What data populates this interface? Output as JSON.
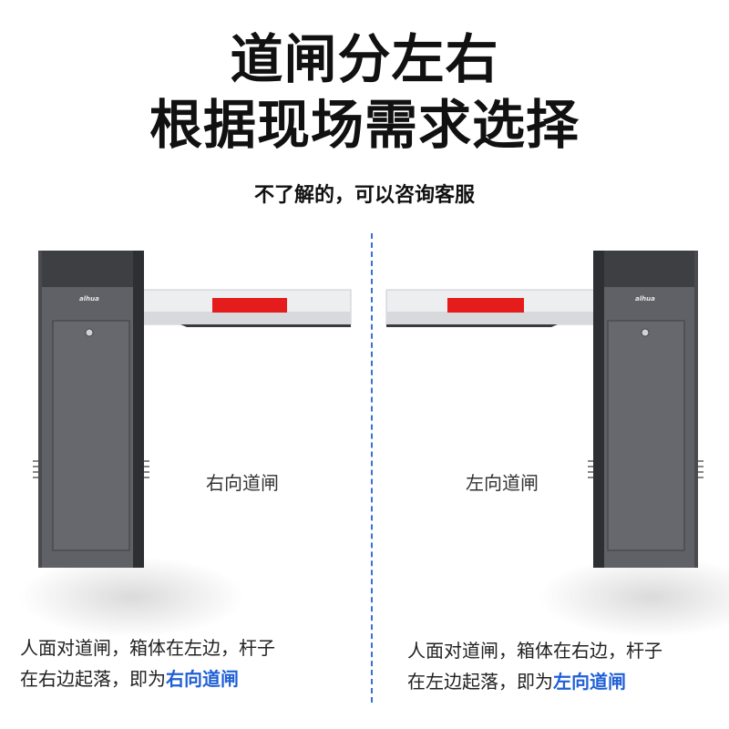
{
  "header": {
    "title_line1": "道闸分左右",
    "title_line2": "根据现场需求选择",
    "subtitle": "不了解的，可以咨询客服"
  },
  "brand": {
    "logo_text": "alhua"
  },
  "gates": [
    {
      "label": "右向道闸",
      "desc_line1": "人面对道闸，箱体在左边，杆子",
      "desc_line2_prefix": "在右边起落，即为",
      "desc_highlight": "右向道闸"
    },
    {
      "label": "左向道闸",
      "desc_line1": "人面对道闸，箱体在右边，杆子",
      "desc_line2_prefix": "在左边起落，即为",
      "desc_highlight": "左向道闸"
    }
  ],
  "colors": {
    "highlight": "#1f5fd6",
    "divider": "#3a6fd8",
    "cabinet": "#5f6166",
    "boom_stripe": "#e41c1c"
  }
}
